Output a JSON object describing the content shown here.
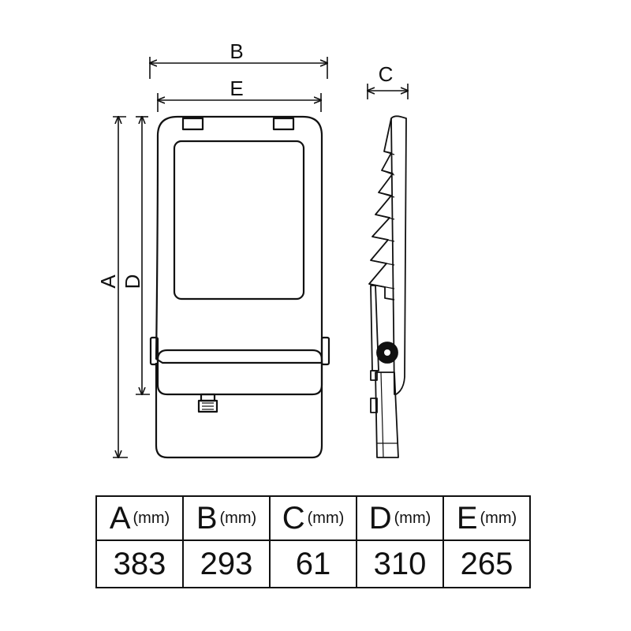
{
  "dimension_labels": {
    "a": "A",
    "b": "B",
    "c": "C",
    "d": "D",
    "e": "E"
  },
  "table": {
    "columns": [
      {
        "letter": "A",
        "unit": "(mm)",
        "value": "383"
      },
      {
        "letter": "B",
        "unit": "(mm)",
        "value": "293"
      },
      {
        "letter": "C",
        "unit": "(mm)",
        "value": "61"
      },
      {
        "letter": "D",
        "unit": "(mm)",
        "value": "310"
      },
      {
        "letter": "E",
        "unit": "(mm)",
        "value": "265"
      }
    ]
  }
}
